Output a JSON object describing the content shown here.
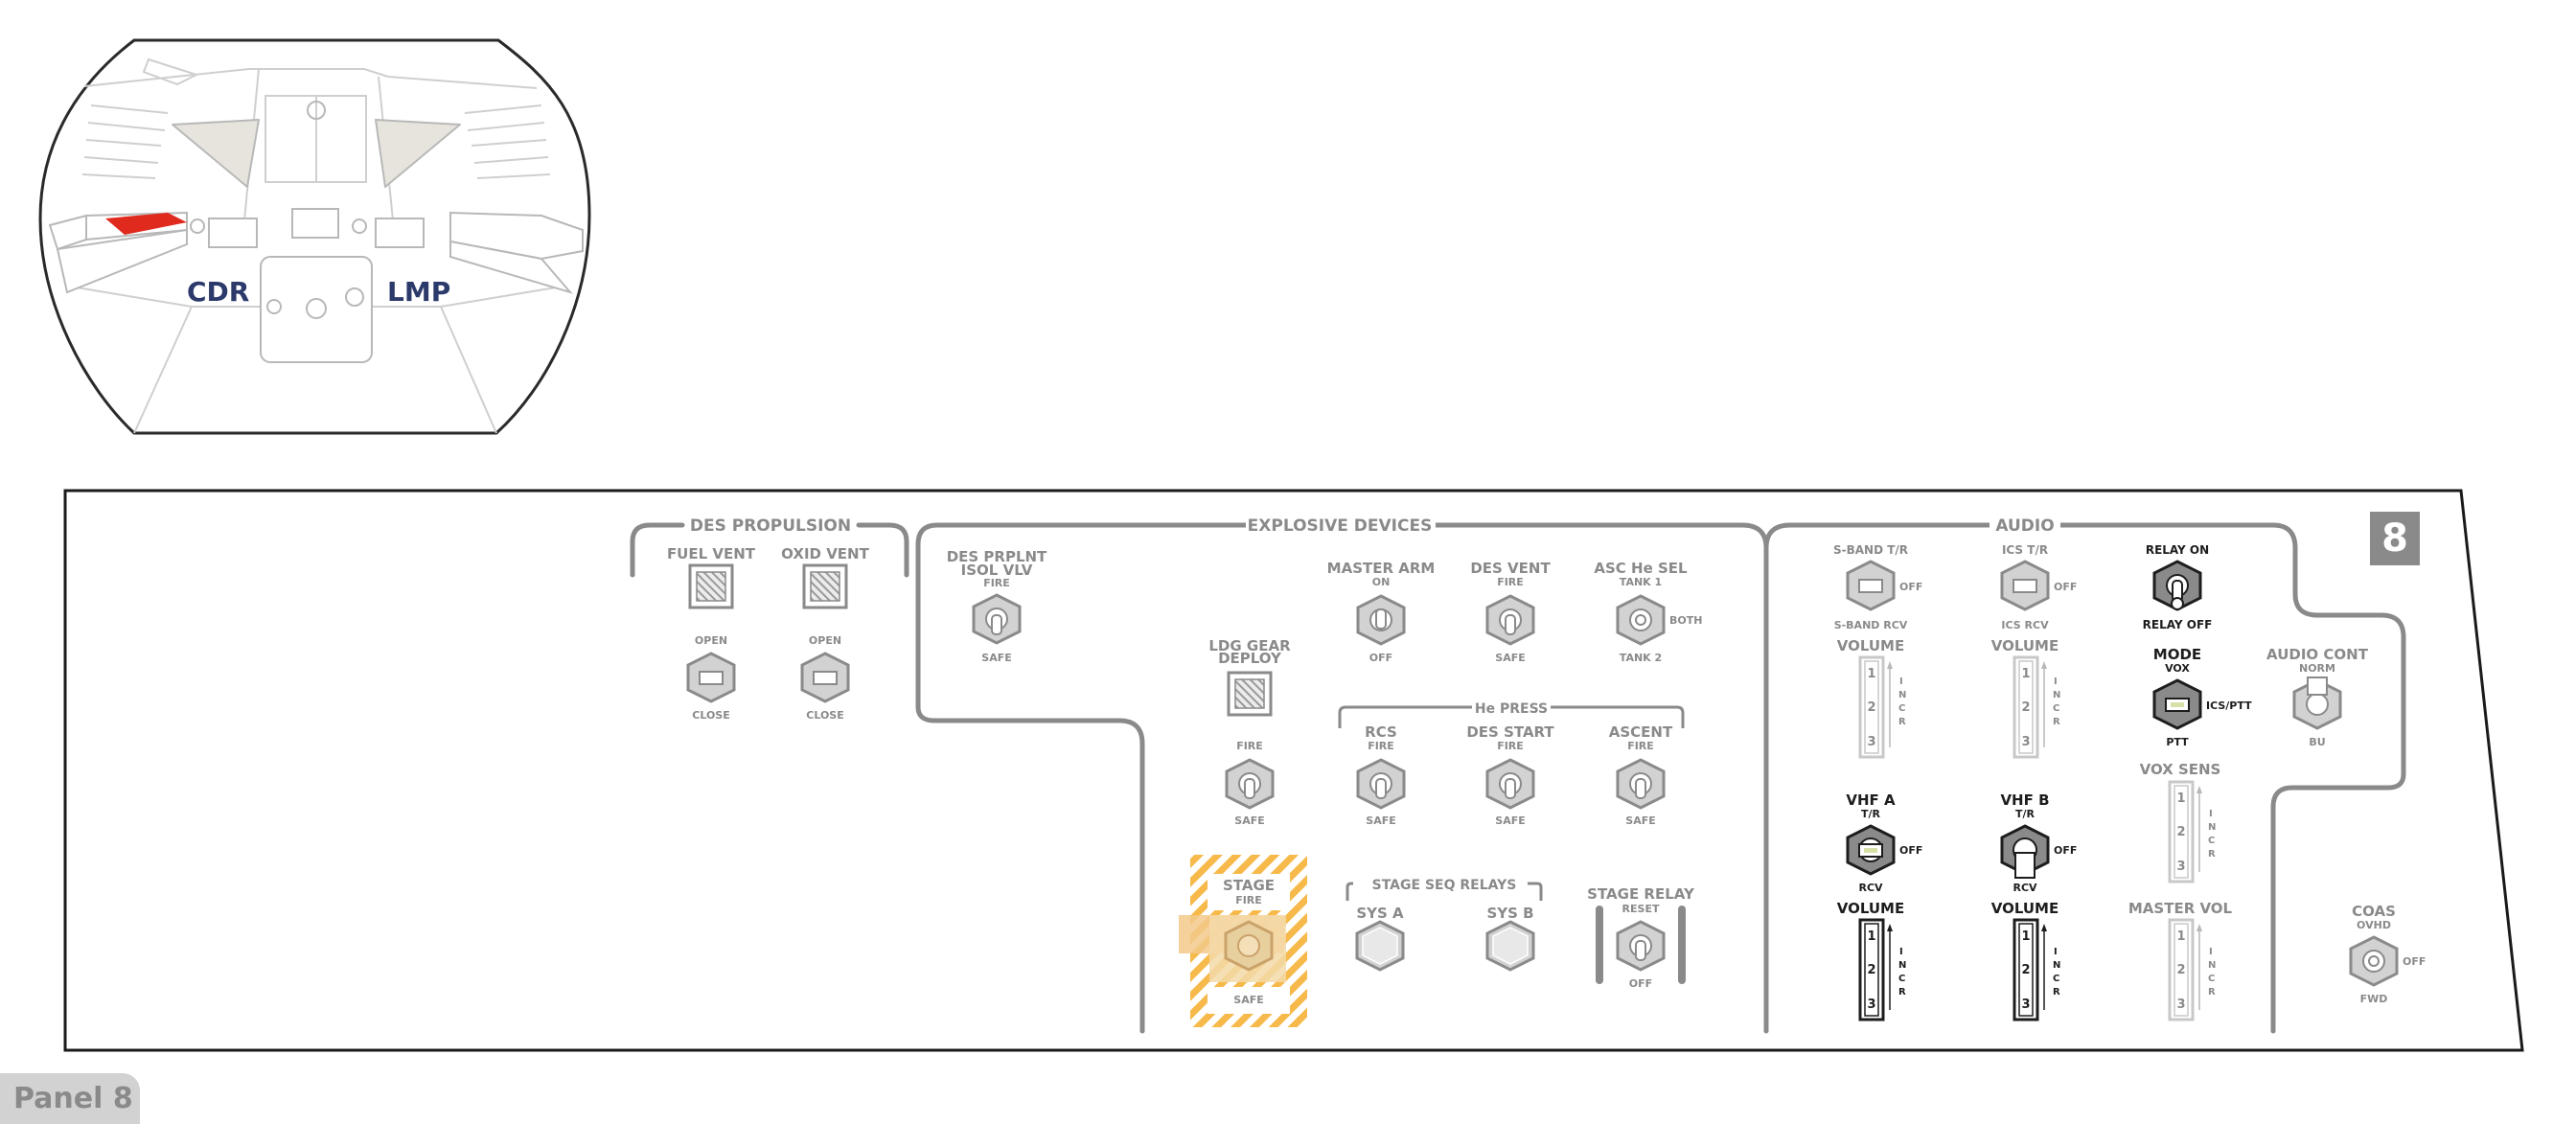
{
  "tab_label": "Panel 8",
  "panel_number": "8",
  "overview": {
    "left": "CDR",
    "right": "LMP"
  },
  "colors": {
    "highlight": "#e02a1e",
    "line": "#8a8a8a",
    "stage_stripe": "#f6b94a",
    "navy": "#2b3a6b"
  },
  "des_propulsion": {
    "title": "DES PROPULSION",
    "fuel_vent": {
      "label": "FUEL VENT",
      "top": "OPEN",
      "bottom": "CLOSE"
    },
    "oxid_vent": {
      "label": "OXID VENT",
      "top": "OPEN",
      "bottom": "CLOSE"
    }
  },
  "explosive": {
    "title": "EXPLOSIVE DEVICES",
    "des_prplnt_l1": "DES PRPLNT",
    "des_prplnt_l2": "ISOL VLV",
    "des_prplnt_top": "FIRE",
    "des_prplnt_bottom": "SAFE",
    "master_arm": {
      "label": "MASTER ARM",
      "top": "ON",
      "bottom": "OFF"
    },
    "des_vent": {
      "label": "DES VENT",
      "top": "FIRE",
      "bottom": "SAFE"
    },
    "asc_he_sel": {
      "label": "ASC He SEL",
      "top": "TANK 1",
      "right": "BOTH",
      "bottom": "TANK 2"
    },
    "ldg_gear_l1": "LDG GEAR",
    "ldg_gear_l2": "DEPLOY",
    "ldg_top": "FIRE",
    "ldg_bottom": "SAFE",
    "he_press": "He PRESS",
    "rcs": {
      "label": "RCS",
      "top": "FIRE",
      "bottom": "SAFE"
    },
    "des_start": {
      "label": "DES START",
      "top": "FIRE",
      "bottom": "SAFE"
    },
    "ascent": {
      "label": "ASCENT",
      "top": "FIRE",
      "bottom": "SAFE"
    },
    "stage": {
      "label": "STAGE",
      "top": "FIRE",
      "bottom": "SAFE"
    },
    "stage_seq": "STAGE SEQ RELAYS",
    "sys_a": "SYS A",
    "sys_b": "SYS B",
    "stage_relay": {
      "label": "STAGE RELAY",
      "top": "RESET",
      "bottom": "OFF"
    }
  },
  "audio": {
    "title": "AUDIO",
    "sband": {
      "label": "S-BAND T/R",
      "right": "OFF",
      "bottom": "S-BAND RCV"
    },
    "ics": {
      "label": "ICS T/R",
      "right": "OFF",
      "bottom": "ICS RCV"
    },
    "relay": {
      "label": "RELAY ON",
      "bottom": "RELAY OFF"
    },
    "volume": "VOLUME",
    "scale": [
      "1",
      "2",
      "3"
    ],
    "incr": [
      "I",
      "N",
      "C",
      "R"
    ],
    "mode": {
      "label": "MODE",
      "top": "VOX",
      "right": "ICS/PTT",
      "bottom": "PTT"
    },
    "audio_cont": {
      "label": "AUDIO CONT",
      "top": "NORM",
      "bottom": "BU"
    },
    "vhf_a": {
      "label": "VHF A",
      "top": "T/R",
      "right": "OFF",
      "bottom": "RCV"
    },
    "vhf_b": {
      "label": "VHF B",
      "top": "T/R",
      "right": "OFF",
      "bottom": "RCV"
    },
    "vox_sens": "VOX SENS",
    "master_vol": "MASTER VOL",
    "coas": {
      "label": "COAS",
      "top": "OVHD",
      "right": "OFF",
      "bottom": "FWD"
    }
  }
}
